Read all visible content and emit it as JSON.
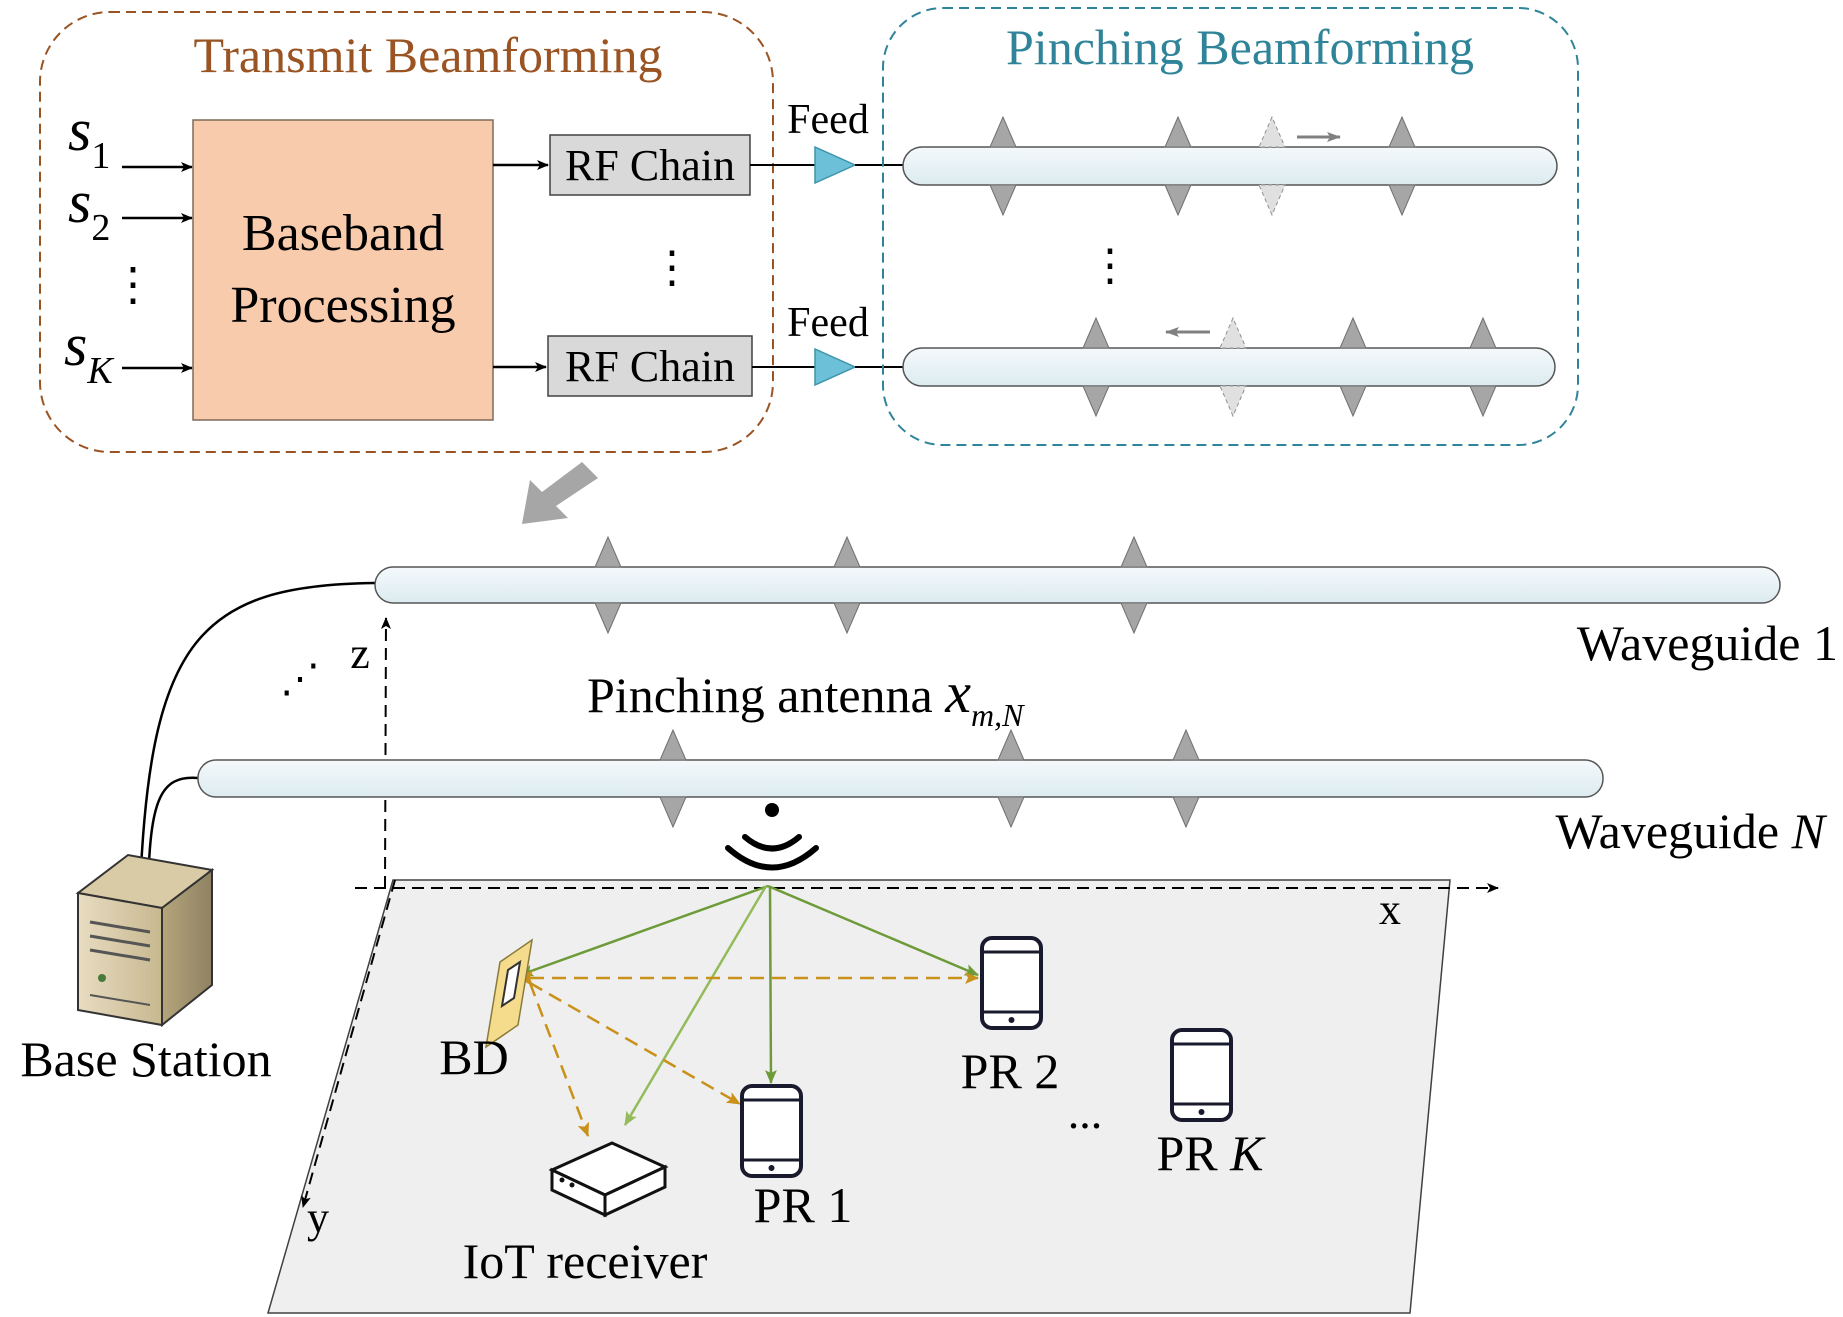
{
  "transmit_title": "Transmit Beamforming",
  "pinching_title": "Pinching Beamforming",
  "colors": {
    "transmit": "#9a5322",
    "pinching": "#2f8499",
    "baseband_fill": "#f8cbad",
    "rf_fill": "#d9d9d9",
    "feed_fill": "#6cc1d8",
    "waveguide_fill": "#e6f1f5",
    "antenna": "#a6a6a6",
    "green": "#6e9b3a",
    "lightgreen": "#93bb5a",
    "orange": "#c9911a",
    "ground": "#efefef"
  },
  "inputs": {
    "s1_base": "s",
    "s1_sub": "1",
    "s2_base": "s",
    "s2_sub": "2",
    "sk_base": "s",
    "sk_sub": "K",
    "dots": "⋮"
  },
  "baseband": {
    "line1": "Baseband",
    "line2": "Processing"
  },
  "rf_chain_label": "RF Chain",
  "feed_label": "Feed",
  "vdots": "⋮",
  "waveguide1_label": "Waveguide 1",
  "waveguideN_label_text": "Waveguide ",
  "waveguideN_label_var": "N",
  "pinching_antenna_text": "Pinching antenna ",
  "pinching_antenna_var": "x",
  "pinching_antenna_sub": "m,N",
  "axes": {
    "x": "x",
    "y": "y",
    "z": "z"
  },
  "diag_dots": "⋰",
  "base_station_label": "Base Station",
  "bd_label": "BD",
  "iot_label": "IoT receiver",
  "pr1_label": "PR 1",
  "pr2_label": "PR 2",
  "prk_text": "PR ",
  "prk_var": "K",
  "ellipsis": "..."
}
